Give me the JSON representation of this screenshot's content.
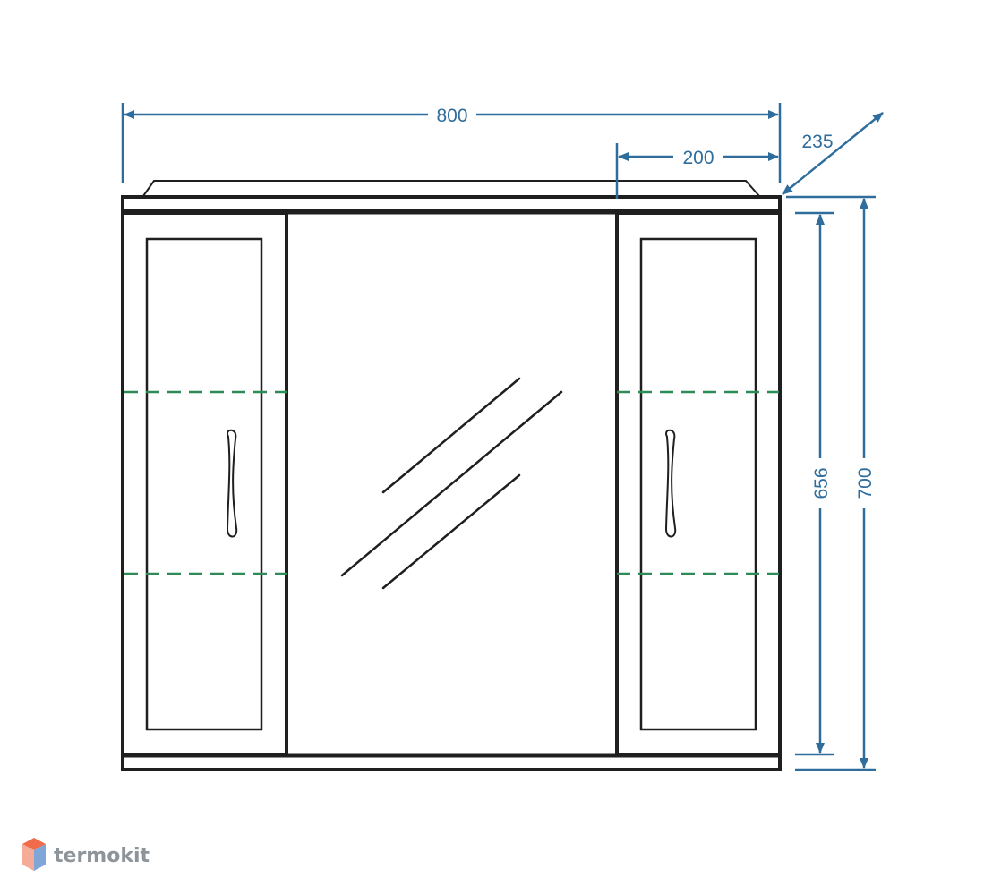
{
  "diagram": {
    "dimensions": {
      "overall_width": "800",
      "side_cabinet_width": "200",
      "depth": "235",
      "door_height": "656",
      "overall_height": "700"
    },
    "colors": {
      "dimension": "#2e6d9c",
      "outline": "#1f1f1f",
      "shelf_dashed": "#2e8b57",
      "logo_text": "#8d959b",
      "logo_top": "#ef6b4c",
      "logo_side": "#7fa6d6"
    }
  },
  "watermark": {
    "text": "termokit"
  }
}
